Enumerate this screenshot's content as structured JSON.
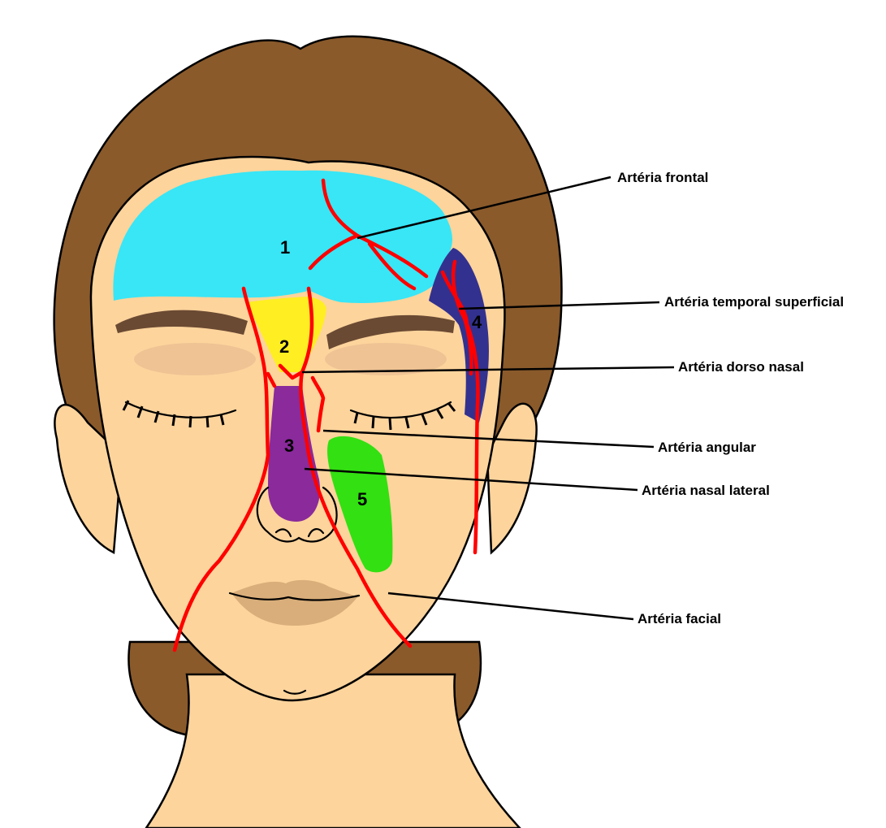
{
  "zones": [
    {
      "id": "zone-1",
      "label": "1",
      "color": "#38e6f6"
    },
    {
      "id": "zone-2",
      "label": "2",
      "color": "#ffee22"
    },
    {
      "id": "zone-3",
      "label": "3",
      "color": "#8a2a9b"
    },
    {
      "id": "zone-4",
      "label": "4",
      "color": "#33318f"
    },
    {
      "id": "zone-5",
      "label": "5",
      "color": "#33e012"
    }
  ],
  "labels": {
    "frontal": "Artéria frontal",
    "temporal_superficial": "Artéria temporal superficial",
    "dorso_nasal": "Artéria dorso nasal",
    "angular": "Artéria angular",
    "nasal_lateral": "Artéria nasal lateral",
    "facial": "Artéria facial"
  },
  "colors": {
    "hair": "#8a5a2b",
    "skin": "#fdd49c",
    "artery": "#ff0000",
    "lips": "#d9ae7a",
    "brow": "#6b4a33"
  }
}
